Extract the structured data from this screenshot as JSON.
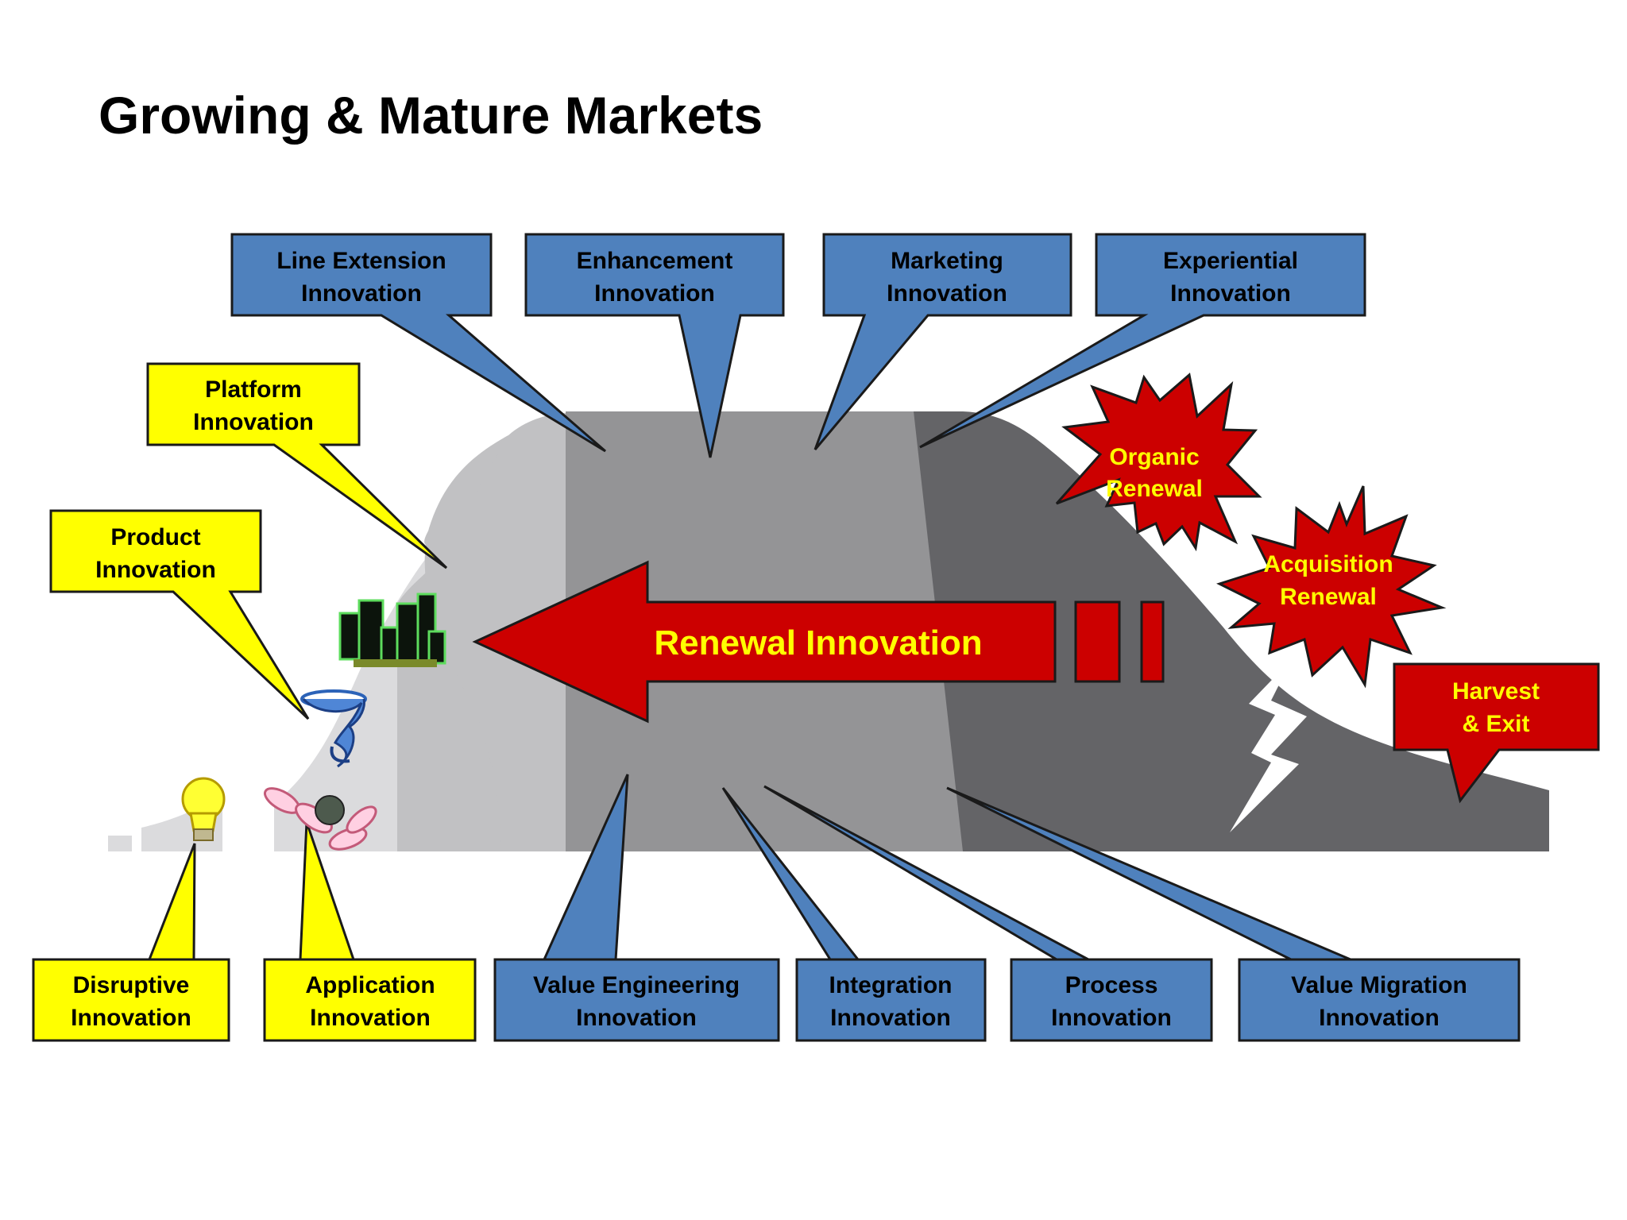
{
  "title": "Growing & Mature Markets",
  "colors": {
    "yellow": "#ffff00",
    "blue": "#4f81bd",
    "red": "#cc0000",
    "red_text": "#ffff00",
    "phase_light": "#dbdbdd",
    "phase_mid": "#c1c1c3",
    "phase_growth": "#949496",
    "phase_decline": "#646467"
  },
  "callouts": {
    "line_extension": [
      "Line Extension",
      "Innovation"
    ],
    "enhancement": [
      "Enhancement",
      "Innovation"
    ],
    "marketing": [
      "Marketing",
      "Innovation"
    ],
    "experiential": [
      "Experiential",
      "Innovation"
    ],
    "platform": [
      "Platform",
      "Innovation"
    ],
    "product": [
      "Product",
      "Innovation"
    ],
    "disruptive": [
      "Disruptive",
      "Innovation"
    ],
    "application": [
      "Application",
      "Innovation"
    ],
    "value_engineering": [
      "Value Engineering",
      "Innovation"
    ],
    "integration": [
      "Integration",
      "Innovation"
    ],
    "process": [
      "Process",
      "Innovation"
    ],
    "value_migration": [
      "Value Migration",
      "Innovation"
    ],
    "harvest_exit": [
      "Harvest",
      "& Exit"
    ]
  },
  "bursts": {
    "organic": [
      "Organic",
      "Renewal"
    ],
    "acquisition": [
      "Acquisition",
      "Renewal"
    ]
  },
  "arrow": {
    "label": "Renewal Innovation"
  },
  "icons": [
    "lightbulb-icon",
    "bowling-icon",
    "tornado-icon",
    "city-icon",
    "lightning-icon"
  ]
}
